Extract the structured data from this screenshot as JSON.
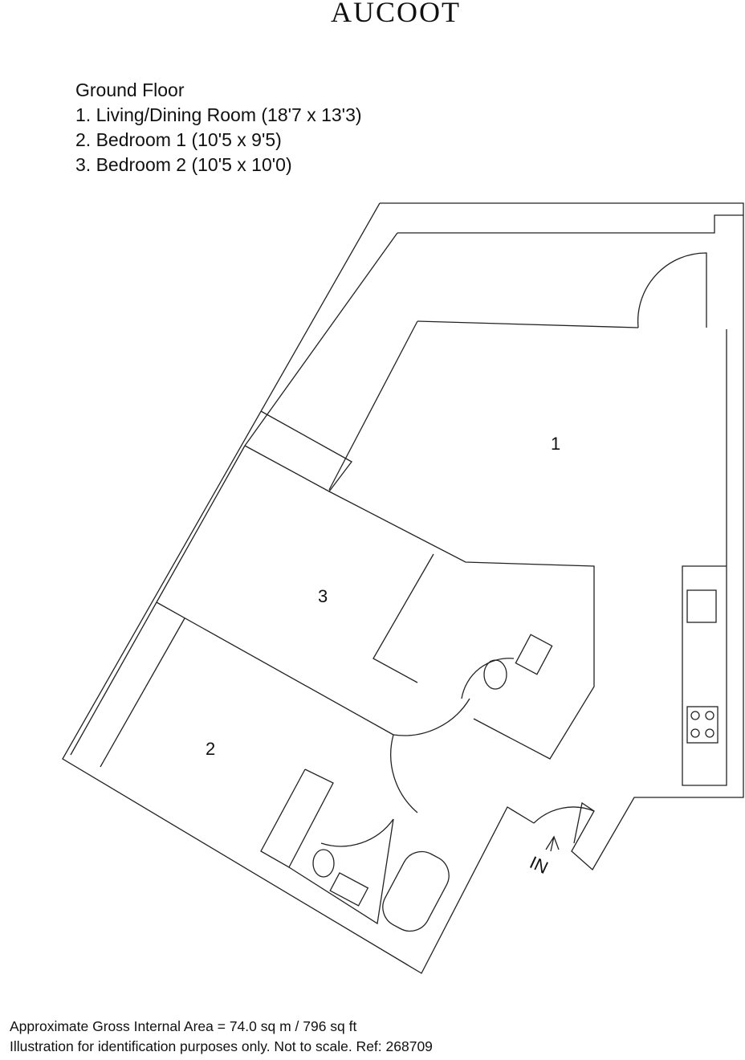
{
  "brand": "AUCOOT",
  "legend": {
    "title": "Ground Floor",
    "rooms": [
      "1. Living/Dining Room (18'7 x 13'3)",
      "2. Bedroom 1 (10'5 x 9'5)",
      "3. Bedroom 2 (10'5 x 10'0)"
    ]
  },
  "plan": {
    "room_numbers": [
      "1",
      "2",
      "3"
    ],
    "entrance_label": "IN"
  },
  "footer": {
    "area": "Approximate Gross Internal Area = 74.0 sq m / 796 sq ft",
    "disclaimer": "Illustration for identification purposes only. Not to scale. Ref: 268709"
  }
}
